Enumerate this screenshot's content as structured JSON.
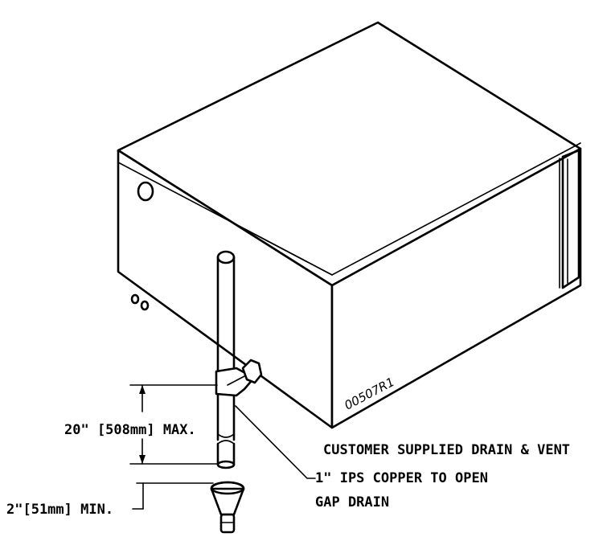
{
  "drawing": {
    "drawing_number": "00507R1",
    "callouts": {
      "max_height": "20\" [508mm] MAX.",
      "min_gap": "2\"[51mm] MIN.",
      "drain_line_1": "CUSTOMER SUPPLIED DRAIN & VENT",
      "drain_line_2": "1\" IPS COPPER TO OPEN",
      "drain_line_3": "GAP DRAIN"
    }
  }
}
